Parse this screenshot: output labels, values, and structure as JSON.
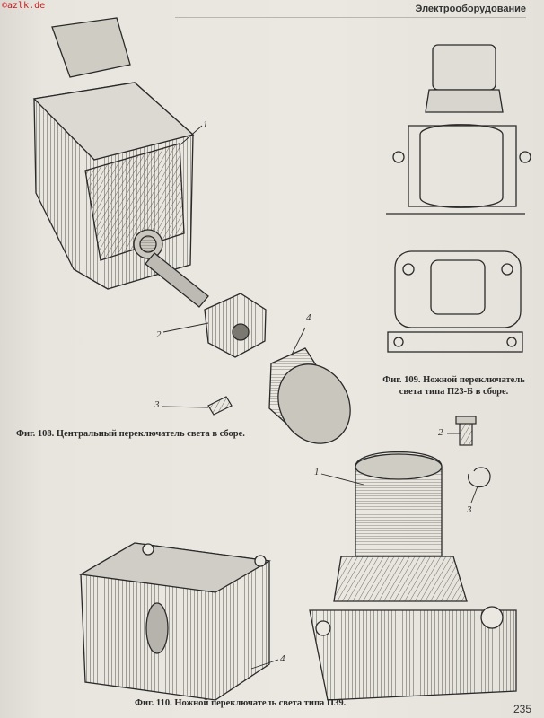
{
  "watermark": "©azlk.de",
  "header": {
    "title": "Электрооборудование"
  },
  "page_number": "235",
  "figures": {
    "fig108": {
      "caption": "Фиг. 108. Центральный переключатель света в сборе.",
      "labels": [
        "1",
        "2",
        "3",
        "4"
      ]
    },
    "fig109": {
      "caption_line1": "Фиг. 109. Ножной переключатель",
      "caption_line2": "света типа П23-Б в сборе."
    },
    "fig110": {
      "caption": "Фиг. 110. Ножной переключатель света типа П39.",
      "labels": [
        "1",
        "2",
        "3",
        "4"
      ]
    }
  },
  "colors": {
    "ink": "#2a2a2a",
    "paper": "#ebe8e1",
    "watermark": "#d0181c"
  }
}
